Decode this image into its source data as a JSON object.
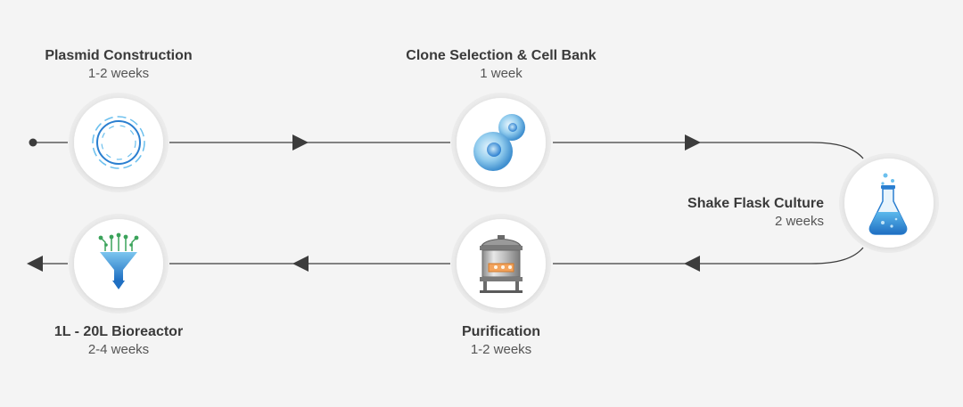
{
  "steps": [
    {
      "title": "Plasmid Construction",
      "duration": "1-2 weeks",
      "icon": "dna-ring-icon"
    },
    {
      "title": "Clone Selection & Cell Bank",
      "duration": "1 week",
      "icon": "cells-icon"
    },
    {
      "title": "Shake Flask Culture",
      "duration": "2 weeks",
      "icon": "flask-icon"
    },
    {
      "title": "Purification",
      "duration": "1-2 weeks",
      "icon": "purification-vessel-icon"
    },
    {
      "title": "1L - 20L Bioreactor",
      "duration": "2-4 weeks",
      "icon": "funnel-network-icon"
    }
  ],
  "colors": {
    "line": "#3c3c3c",
    "blue": "#2b7fd0",
    "lightblue": "#6cc0ee",
    "green": "#3aa35a",
    "circle": "#ffffff",
    "ring": "#e6e6e6"
  }
}
